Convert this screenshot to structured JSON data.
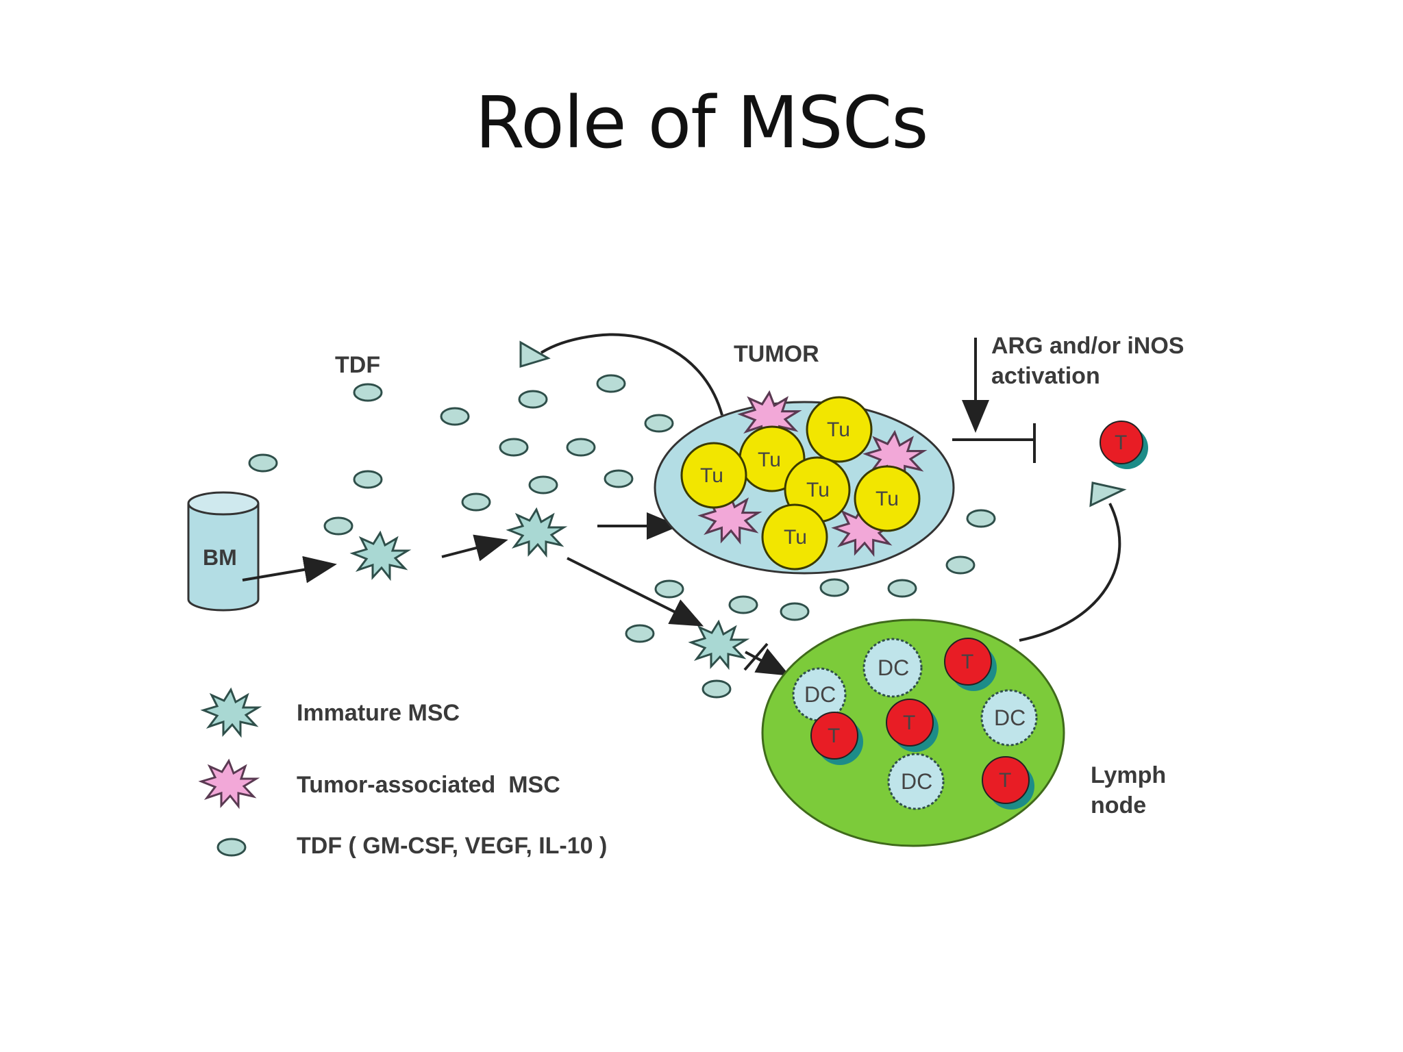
{
  "title": "Role of MSCs",
  "labels": {
    "tdf": "TDF",
    "tumor": "TUMOR",
    "arg_line1": "ARG and/or iNOS",
    "arg_line2": "activation",
    "bm": "BM",
    "lymph_line1": "Lymph",
    "lymph_line2": "node"
  },
  "cell_labels": {
    "tumor_cell": "Tu",
    "t_cell": "T",
    "dendritic_cell": "DC"
  },
  "legend": [
    {
      "icon": "immature-msc-icon",
      "label": "Immature MSC"
    },
    {
      "icon": "tumor-associated-msc-icon",
      "label": "Tumor-associated  MSC"
    },
    {
      "icon": "tdf-particle-icon",
      "label": "TDF ( GM-CSF, VEGF, IL-10 )"
    }
  ],
  "colors": {
    "tdf_particle": "#b8dcd6",
    "immature_msc": "#a9d8d3",
    "tumor_assoc_msc": "#f2a8d8",
    "tumor_region": "#b3dde4",
    "tumor_cell": "#f2e600",
    "lymph_node": "#7ccb3a",
    "t_cell": "#e81d25",
    "t_cell_shadow": "#1d8c88",
    "dc_cell": "#bfe4ea"
  }
}
